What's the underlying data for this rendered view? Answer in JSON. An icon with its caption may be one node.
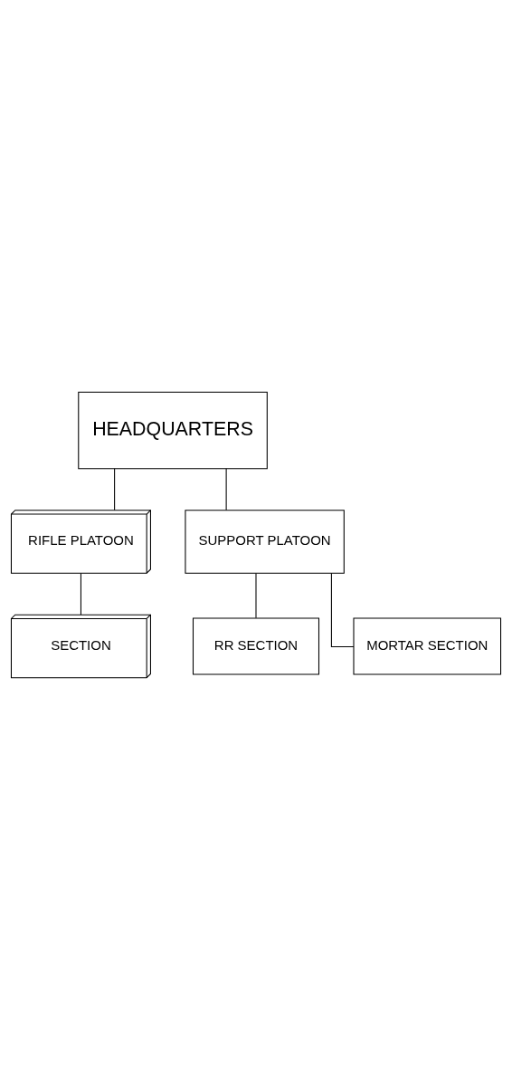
{
  "diagram": {
    "nodes": [
      {
        "text": [
          "HEADQUARTERS"
        ]
      },
      {
        "text": [
          "RIFLE PLATOON"
        ]
      },
      {
        "text": [
          "SECTION"
        ]
      },
      {
        "text": [
          "SUPPORT PLATOON"
        ]
      },
      {
        "text": [
          "RR SECTION"
        ]
      },
      {
        "text": [
          "MORTAR SECTION"
        ]
      }
    ],
    "edges": [
      {
        "from": 0,
        "to": 1,
        "arrow": "none"
      },
      {
        "from": 1,
        "to": 2,
        "arrow": "none"
      },
      {
        "from": 0,
        "to": 3,
        "arrow": "none"
      },
      {
        "from": 3,
        "to": 4,
        "arrow": "none"
      },
      {
        "from": 3,
        "to": 5,
        "arrow": "none"
      }
    ]
  }
}
